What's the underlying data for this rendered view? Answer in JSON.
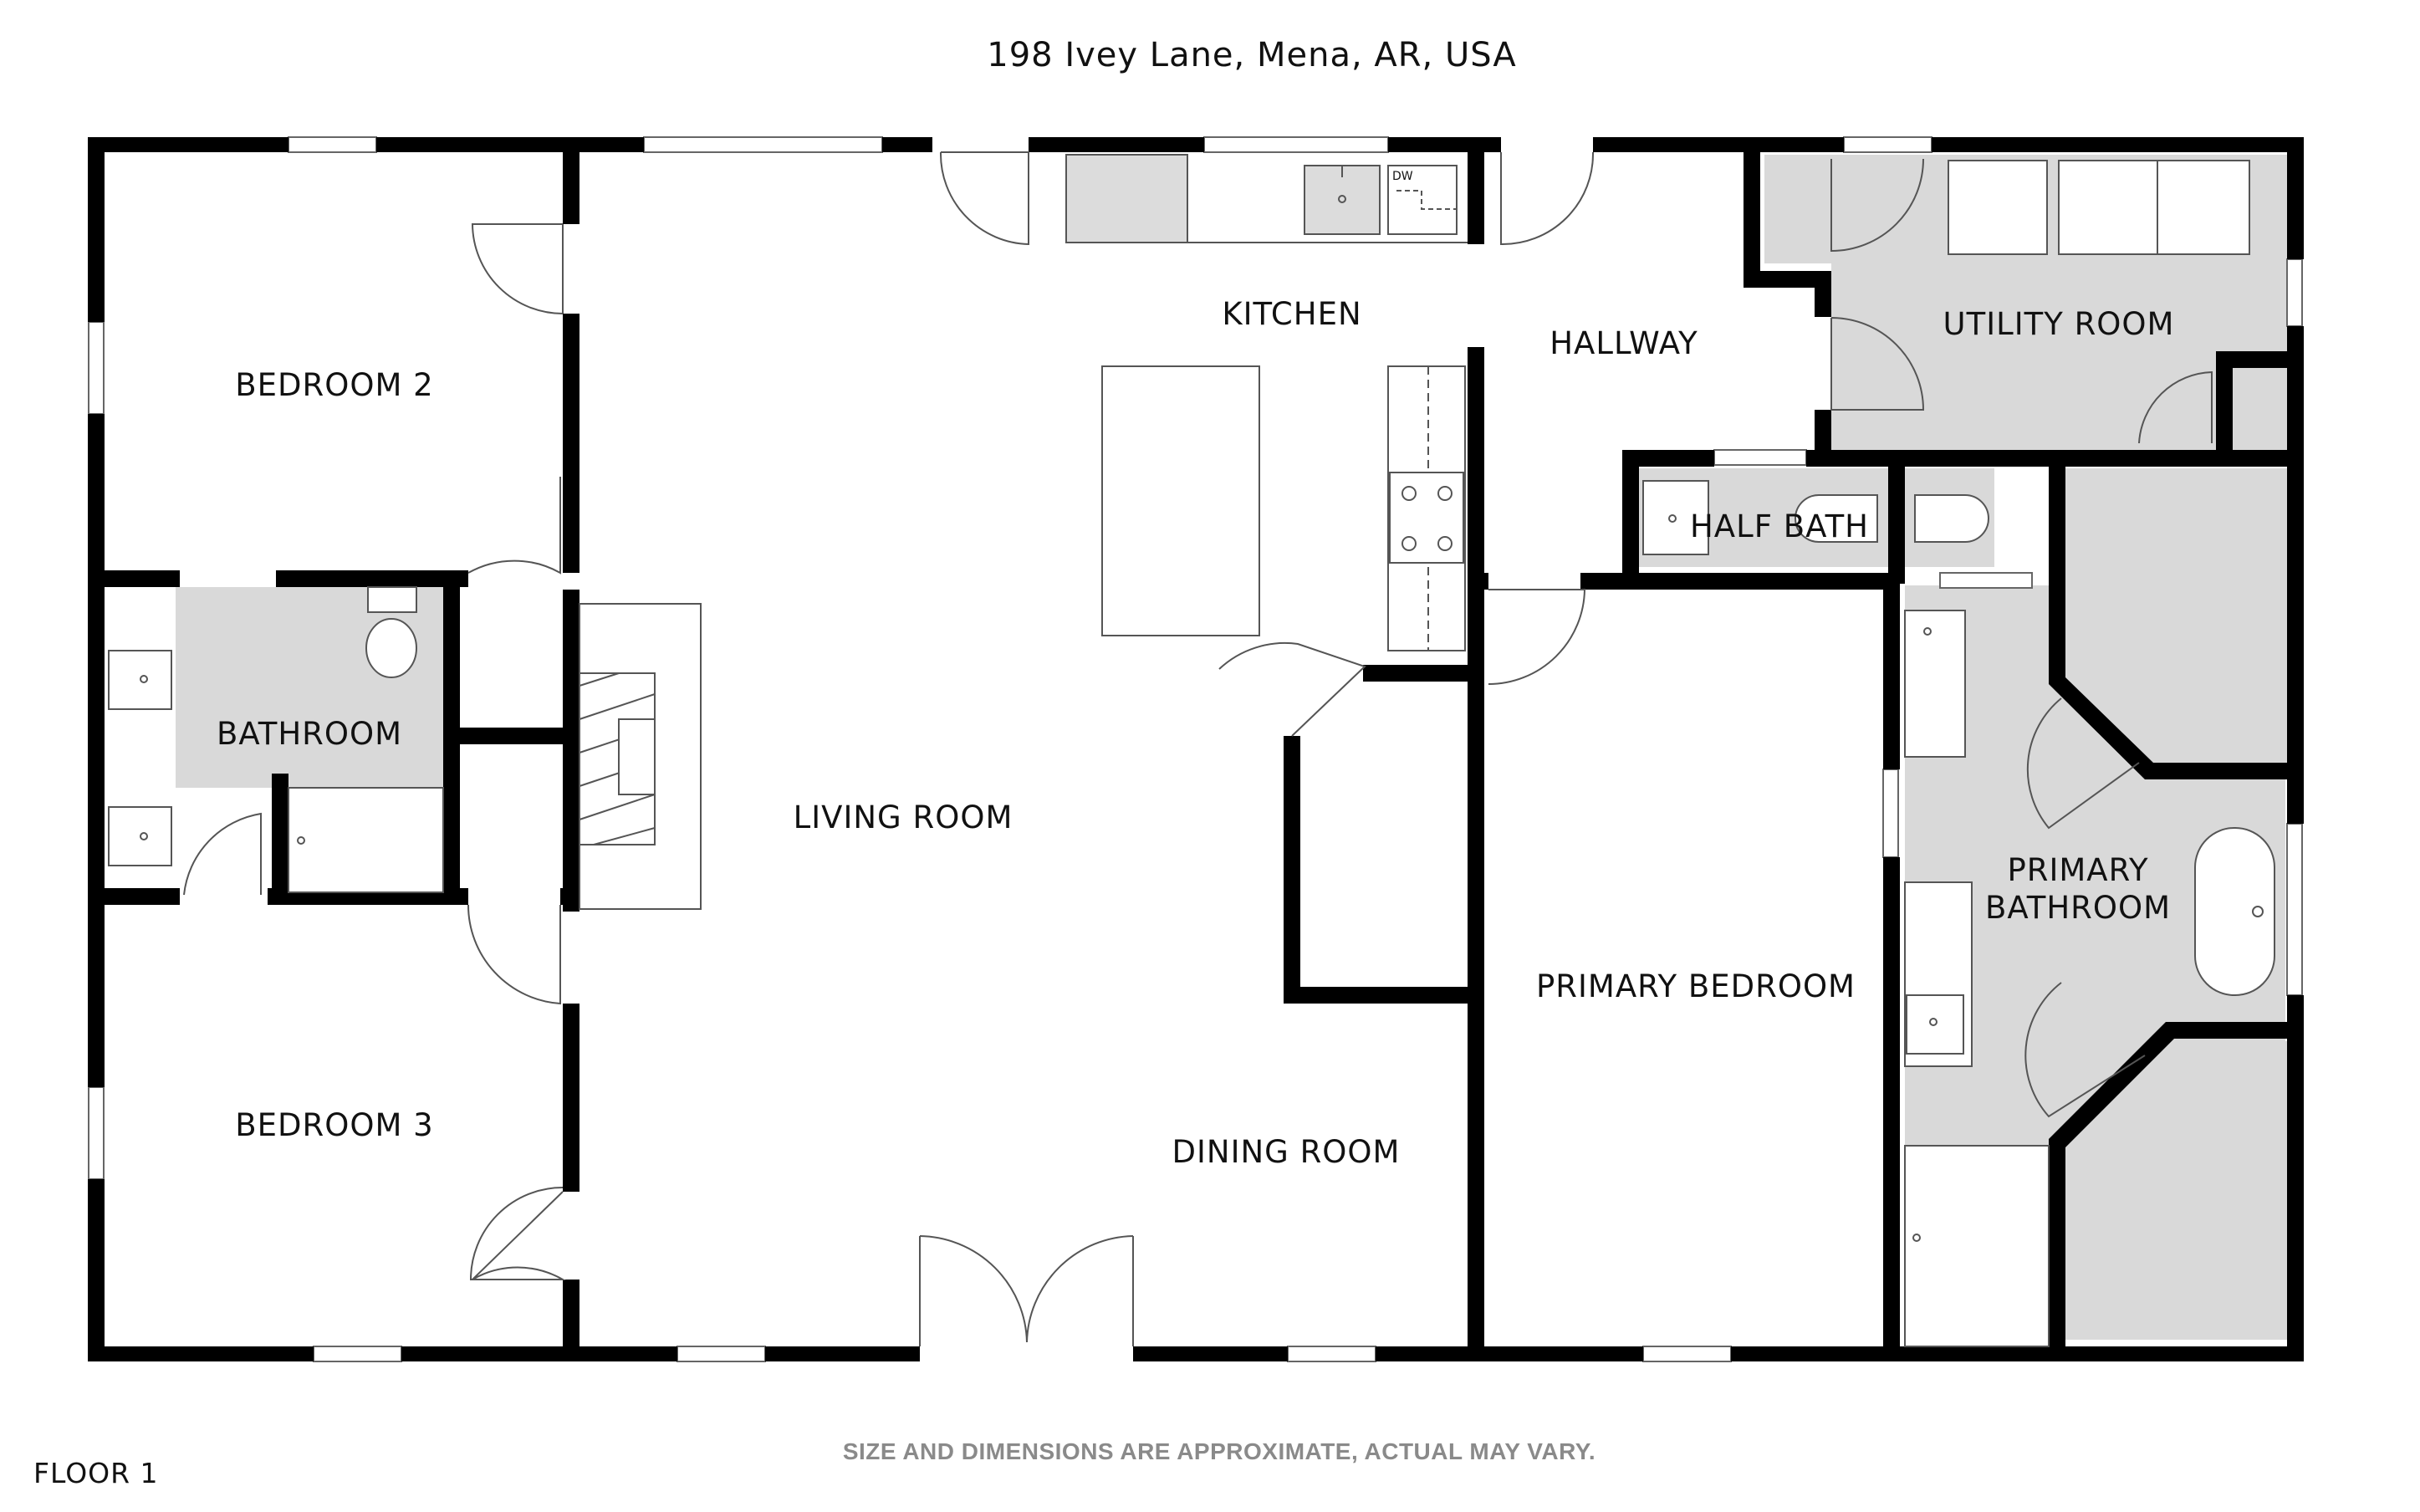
{
  "title": "198 Ivey Lane, Mena, AR, USA",
  "disclaimer": "SIZE AND DIMENSIONS ARE APPROXIMATE, ACTUAL MAY VARY.",
  "floor_label": "FLOOR 1",
  "appliance_label": "DW",
  "rooms": {
    "bedroom_2": "BEDROOM 2",
    "bathroom": "BATHROOM",
    "bedroom_3": "BEDROOM 3",
    "living_room": "LIVING ROOM",
    "kitchen": "KITCHEN",
    "dining_room": "DINING ROOM",
    "hallway": "HALLWAY",
    "utility_room": "UTILITY ROOM",
    "half_bath": "HALF BATH",
    "primary_bedroom": "PRIMARY BEDROOM",
    "primary_bathroom_line1": "PRIMARY",
    "primary_bathroom_line2": "BATHROOM"
  },
  "colors": {
    "wall": "#000000",
    "shaded_room": "#d9d9d9",
    "disclaimer_text": "#8a8a8a"
  }
}
